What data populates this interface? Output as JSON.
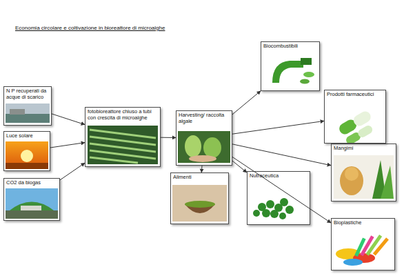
{
  "diagram": {
    "title": "Economia circolare e coltivazione in bioreattore di microalghe",
    "nodes": [
      {
        "text": [
          "N P recuperati da acque di scarico"
        ]
      },
      {
        "text": [
          "Luce solare"
        ]
      },
      {
        "text": [
          "CO2 da biogas"
        ]
      },
      {
        "text": [
          "fotobioreattore chiuso a tubi con crescita di microalghe"
        ]
      },
      {
        "text": [
          "Harvesting/ raccolta algale"
        ]
      },
      {
        "text": [
          "Biocombustibili"
        ]
      },
      {
        "text": [
          "Prodotti farmaceutici"
        ]
      },
      {
        "text": [
          "Mangimi"
        ]
      },
      {
        "text": [
          "Alimenti"
        ]
      },
      {
        "text": [
          "Nutraceutica"
        ]
      },
      {
        "text": [
          "Bioplastiche"
        ]
      }
    ],
    "edges": [
      {
        "from": 0,
        "to": 3,
        "arrow": "to"
      },
      {
        "from": 1,
        "to": 3,
        "arrow": "to"
      },
      {
        "from": 2,
        "to": 3,
        "arrow": "to"
      },
      {
        "from": 3,
        "to": 4,
        "arrow": "to"
      },
      {
        "from": 4,
        "to": 5,
        "arrow": "to"
      },
      {
        "from": 4,
        "to": 6,
        "arrow": "to"
      },
      {
        "from": 4,
        "to": 7,
        "arrow": "to"
      },
      {
        "from": 4,
        "to": 8,
        "arrow": "to"
      },
      {
        "from": 4,
        "to": 9,
        "arrow": "to"
      },
      {
        "from": 4,
        "to": 10,
        "arrow": "to"
      }
    ]
  }
}
